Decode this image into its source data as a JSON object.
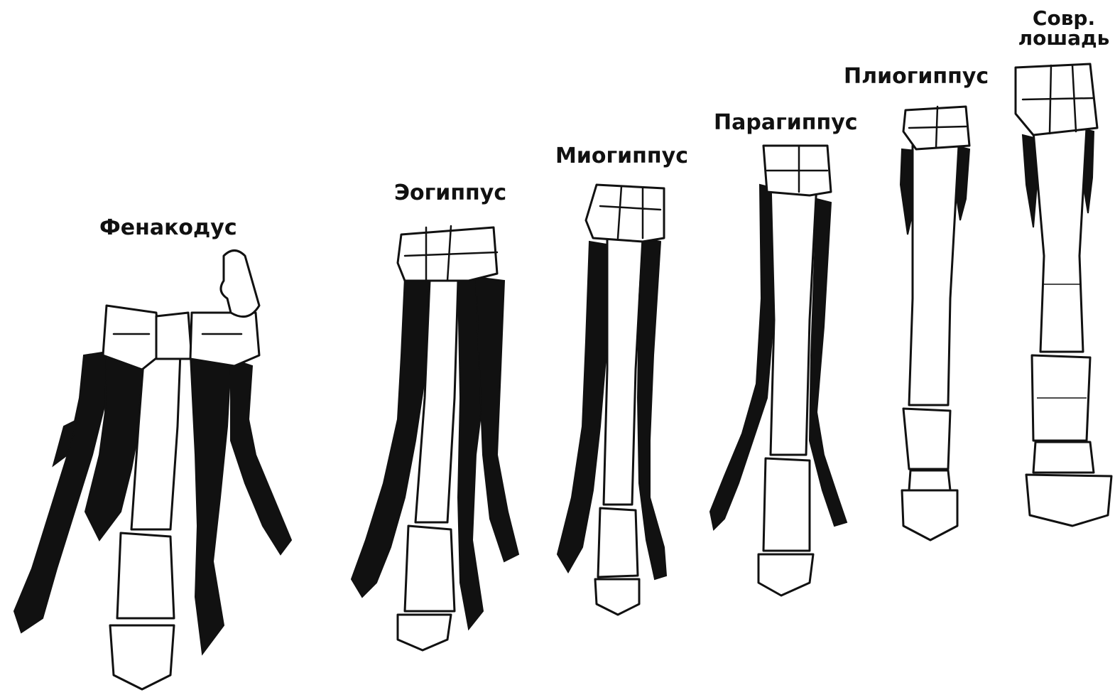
{
  "figure": {
    "specimens": [
      {
        "id": "phenacodus",
        "label": "Фенакодус"
      },
      {
        "id": "eohippus",
        "label": "Эогиппус"
      },
      {
        "id": "miohippus",
        "label": "Миогиппус"
      },
      {
        "id": "parahippus",
        "label": "Парагиппус"
      },
      {
        "id": "pliohippus",
        "label": "Плиогиппус"
      },
      {
        "id": "modern-horse",
        "label_line1": "Совр.",
        "label_line2": "лошадь"
      }
    ],
    "colors": {
      "ink": "#111111",
      "paper": "#ffffff"
    },
    "shading_legend": "black = side digits, white = main digit (not printed)"
  }
}
